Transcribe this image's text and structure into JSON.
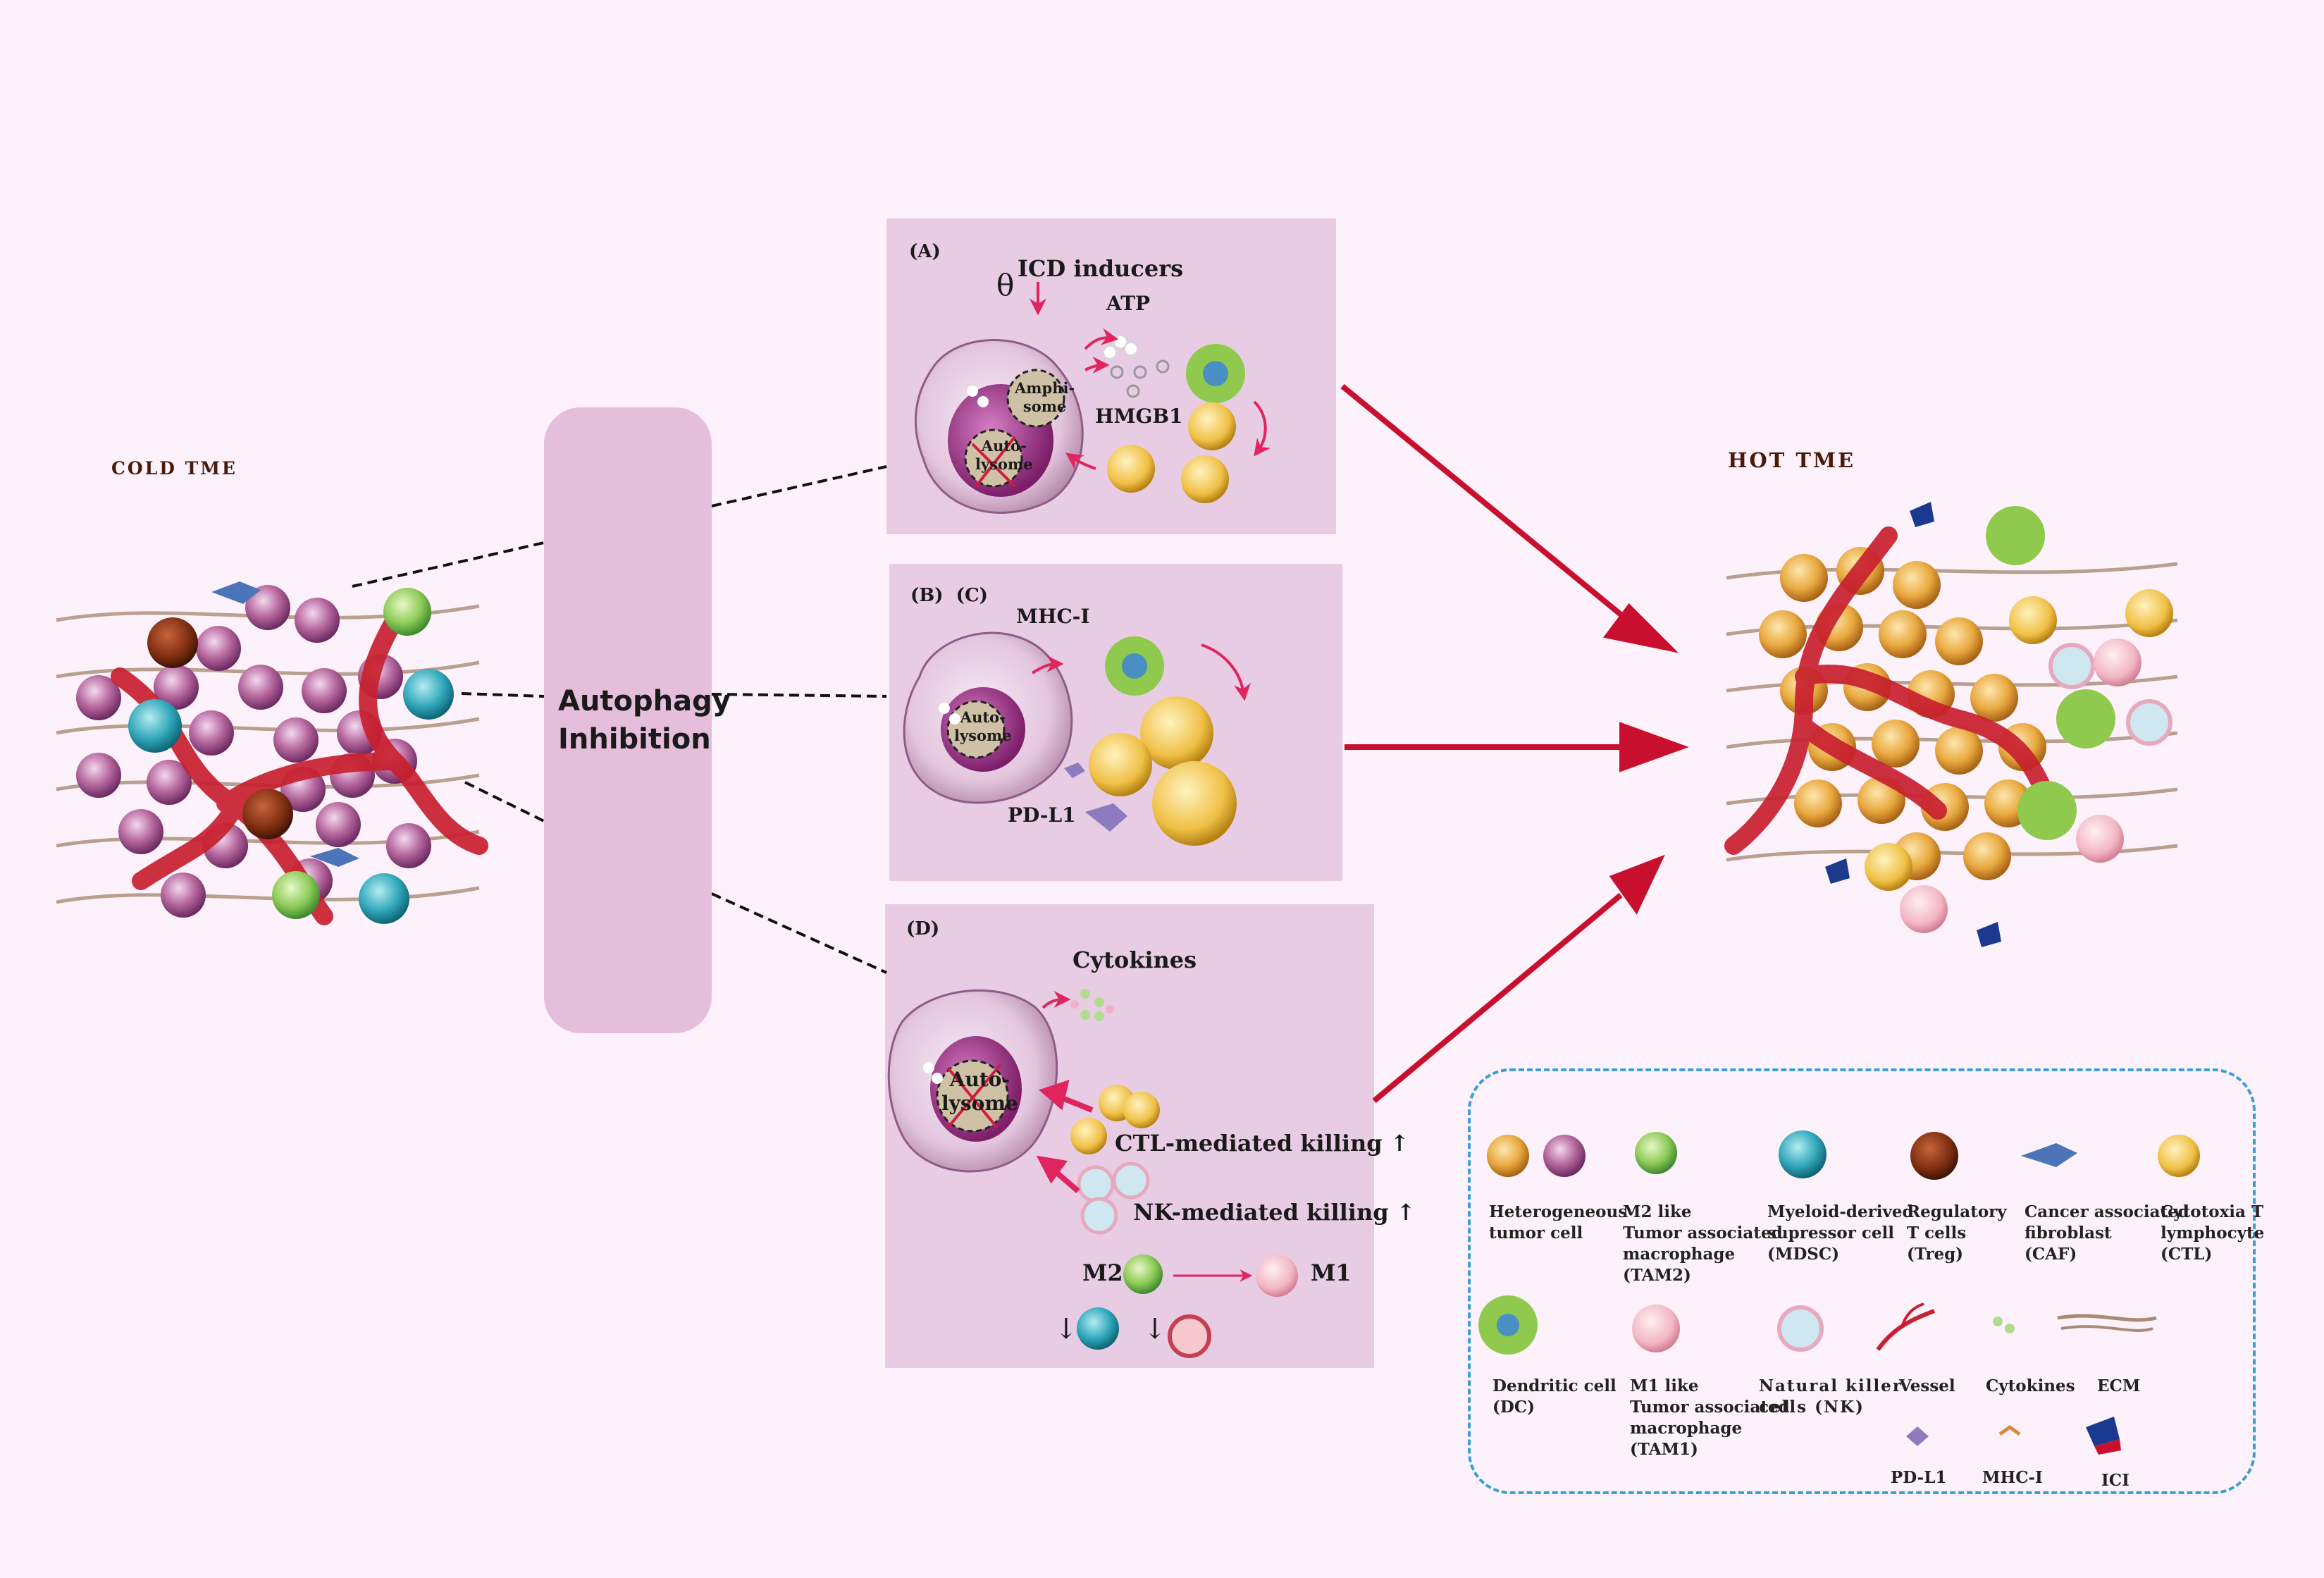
{
  "left": {
    "title": "COLD TME"
  },
  "right": {
    "title": "HOT TME"
  },
  "center": {
    "label": "Autophagy\nInhibition"
  },
  "panelA": {
    "tag": "(A)",
    "heading": "ICD inducers",
    "atp": "ATP",
    "hmgb1": "HMGB1",
    "amphisome": "Amphi-\nsome",
    "autolysome": "Auto-\nlysome",
    "theta": "θ"
  },
  "panelB": {
    "tag": "(B)  (C)",
    "mhc": "MHC-I",
    "pdl1": "PD-L1",
    "autolysome": "Auto-\nlysome"
  },
  "panelD": {
    "tag": "(D)",
    "cytokines": "Cytokines",
    "autolysome": "Auto-\nlysome",
    "ctl": "CTL-mediated killing ↑",
    "nk": "NK-mediated killing ↑",
    "m2": "M2",
    "m1": "M1",
    "down1": "↓",
    "down2": "↓"
  },
  "legend": {
    "items": [
      {
        "label": "Heterogeneous\ntumor cell"
      },
      {
        "label": "M2 like\nTumor associated\nmacrophage\n(TAM2)"
      },
      {
        "label": "Myeloid-derived\nsupressor cell\n(MDSC)"
      },
      {
        "label": "Regulatory\nT cells\n(Treg)"
      },
      {
        "label": "Cancer associated\nfibroblast\n(CAF)"
      },
      {
        "label": "Cytotoxia T\nlymphocyte\n(CTL)"
      },
      {
        "label": "Dendritic cell\n(DC)"
      },
      {
        "label": "M1 like\nTumor associated\nmacrophage\n(TAM1)"
      },
      {
        "label": "Natural killer\ncells (NK)"
      },
      {
        "label": "Vessel"
      },
      {
        "label": "Cytokines"
      },
      {
        "label": "ECM"
      },
      {
        "label": "PD-L1"
      },
      {
        "label": "MHC-I"
      },
      {
        "label": "ICI"
      }
    ]
  },
  "colors": {
    "background": "#fdf2fb",
    "panel": "#e8cce4",
    "center_bar": "#e4bedb",
    "arrow": "#c8102e",
    "legend_border": "#3a9fd6"
  }
}
